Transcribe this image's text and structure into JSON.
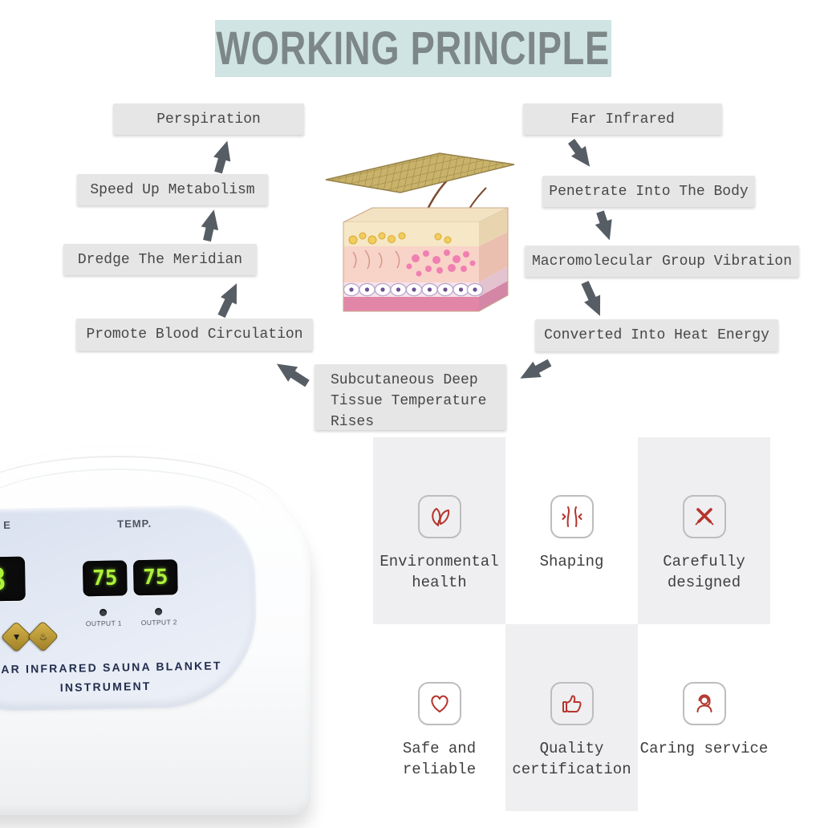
{
  "title": "WORKING PRINCIPLE",
  "flow": {
    "right_steps": [
      "Far Infrared",
      "Penetrate Into The Body",
      "Macromolecular Group Vibration",
      "Converted Into Heat Energy"
    ],
    "left_steps": [
      "Perspiration",
      "Speed Up Metabolism",
      "Dredge The Meridian",
      "Promote Blood Circulation"
    ],
    "bottom_step": "Subcutaneous Deep\nTissue Temperature\nRises"
  },
  "device": {
    "time_label_partial": "E",
    "temp_label": "TEMP.",
    "time_display_value": "8",
    "temp_display_1_value": "75",
    "temp_display_2_value": "75",
    "output_labels": [
      "OUTPUT 1",
      "OUTPUT 2"
    ],
    "buttons": [
      {
        "name": "temp-down-button",
        "glyph": "▼"
      },
      {
        "name": "mode-button",
        "glyph": "♨"
      }
    ],
    "product_name_visible": "AR INFRARED SAUNA BLANKET",
    "product_name_line2": "INSTRUMENT"
  },
  "features": [
    {
      "icon": "leaf-icon",
      "label": "Environmental health"
    },
    {
      "icon": "body-shaping-icon",
      "label": "Shaping"
    },
    {
      "icon": "crossed-pencils-icon",
      "label": "Carefully designed"
    },
    {
      "icon": "heart-icon",
      "label": "Safe and reliable"
    },
    {
      "icon": "thumbs-up-icon",
      "label": "Quality certification"
    },
    {
      "icon": "customer-service-icon",
      "label": "Caring service"
    }
  ],
  "colors": {
    "accent_red": "#b5342c",
    "title_banner_bg": "#cfe4e3",
    "title_text": "#7d8787",
    "flow_box_bg": "#e6e6e6",
    "arrow": "#575d64",
    "display_digits": "#aef23a",
    "tile_gray_bg": "#efeff1"
  }
}
